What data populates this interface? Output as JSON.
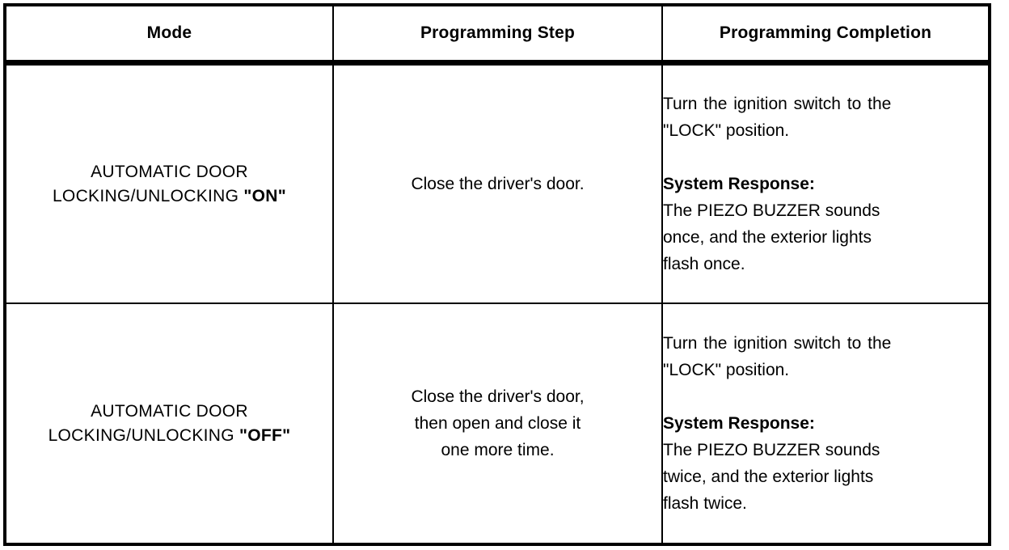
{
  "table": {
    "headers": [
      {
        "label": "Mode"
      },
      {
        "label": "Programming Step"
      },
      {
        "label": "Programming Completion"
      }
    ],
    "rows": [
      {
        "mode": {
          "line1": "AUTOMATIC DOOR",
          "line2_prefix": "LOCKING/UNLOCKING ",
          "line2_emphasis": "\"ON\""
        },
        "step": {
          "line1": "Close the driver's door.",
          "line2": "",
          "line3": ""
        },
        "completion": {
          "line1": "Turn the ignition switch to the",
          "line2": "\"LOCK\" position.",
          "response_label": "System Response:",
          "line3": "The PIEZO BUZZER sounds",
          "line4": "once, and the exterior lights",
          "line5": "flash once."
        }
      },
      {
        "mode": {
          "line1": "AUTOMATIC DOOR",
          "line2_prefix": "LOCKING/UNLOCKING ",
          "line2_emphasis": "\"OFF\""
        },
        "step": {
          "line1": "Close the driver's door,",
          "line2": "then open and close it",
          "line3": "one more time."
        },
        "completion": {
          "line1": "Turn the ignition switch to the",
          "line2": "\"LOCK\" position.",
          "response_label": "System Response:",
          "line3": "The PIEZO BUZZER sounds",
          "line4": "twice, and the exterior lights",
          "line5": "flash twice."
        }
      }
    ]
  },
  "colors": {
    "ink": "#000000",
    "paper": "#ffffff"
  }
}
